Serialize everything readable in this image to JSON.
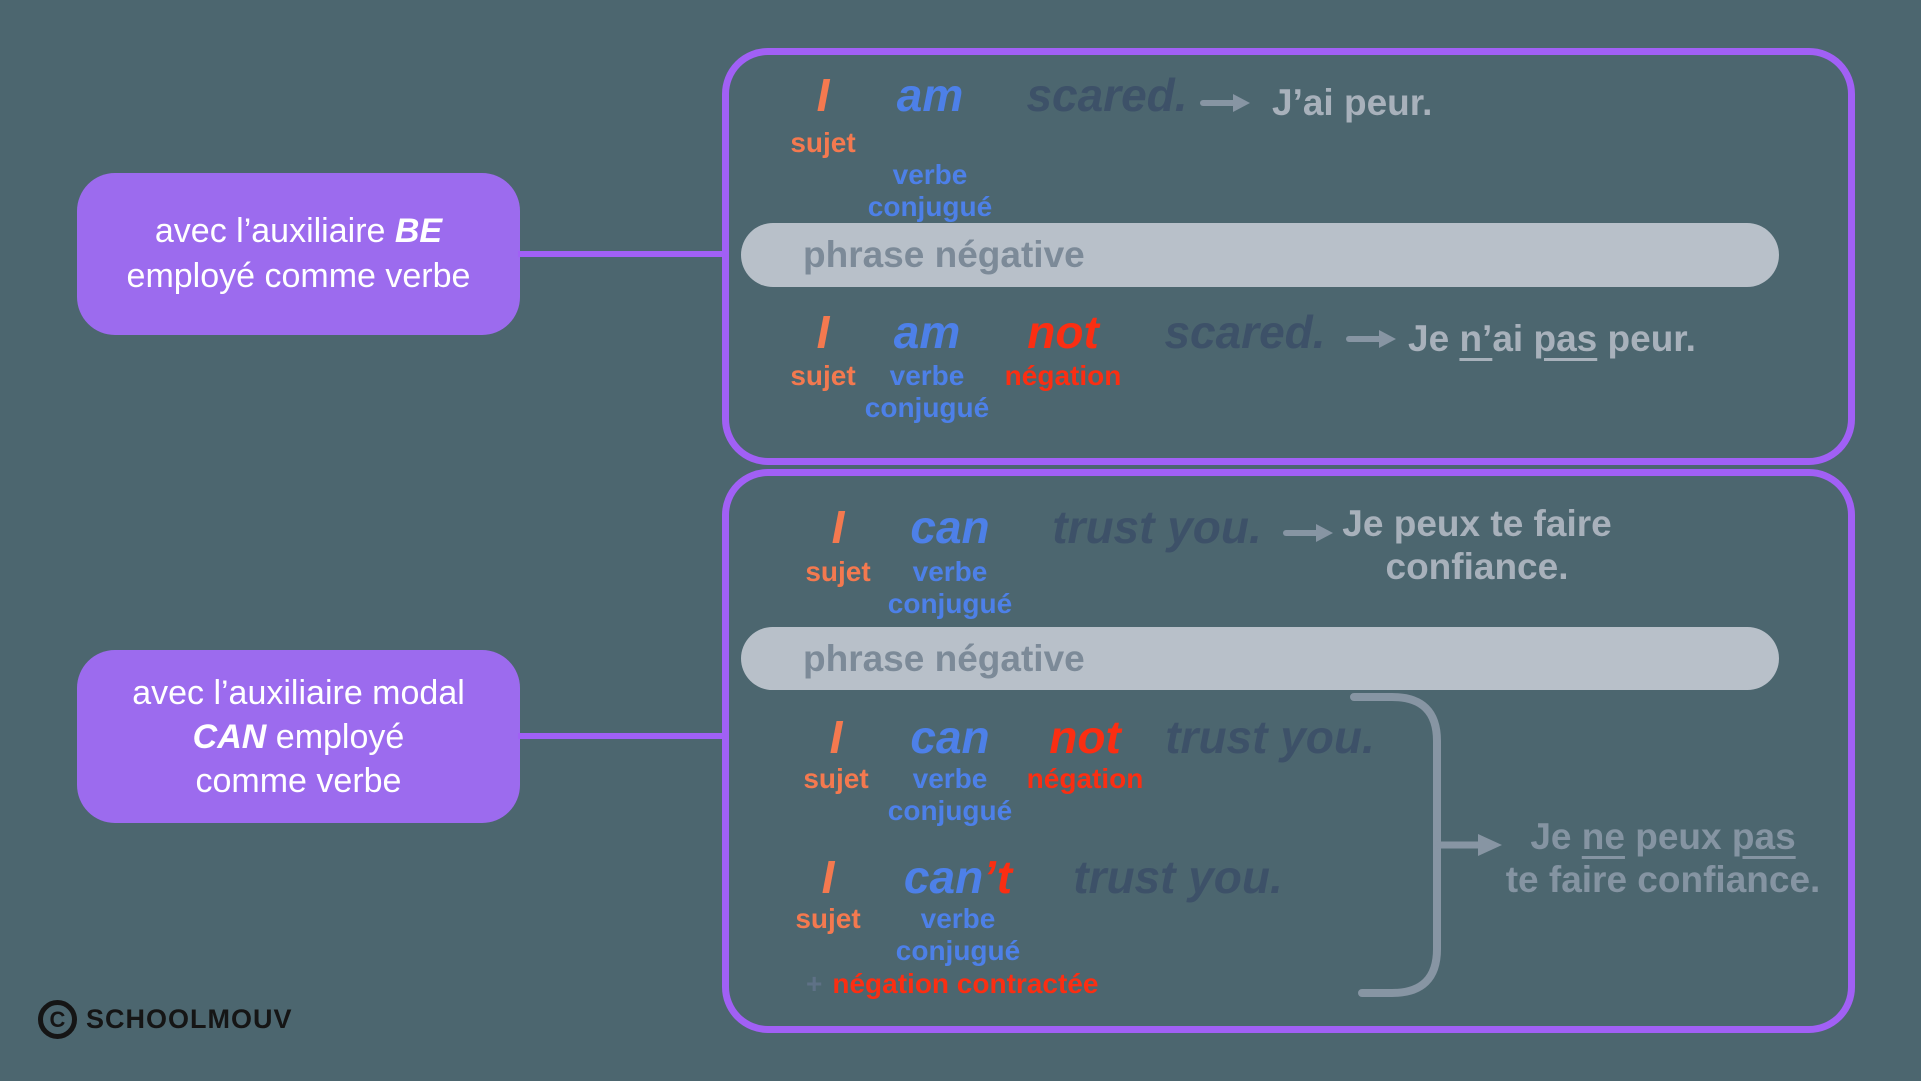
{
  "colors": {
    "bg": "#4c666f",
    "purple-fill": "#9c6bee",
    "purple-border": "#a160f5",
    "orange": "#f4794f",
    "blue": "#4d80e8",
    "red": "#fb2e12",
    "slate": "#3d5168",
    "fr-light": "#a8b1bb",
    "fr-dim": "#8594a2",
    "bar": "#b8c0c9",
    "bar-text": "#7c8a98",
    "arrow": "#8795a3",
    "plus": "#5e7186",
    "ink": "#151515",
    "white": "#ffffff"
  },
  "left_boxes": {
    "be": {
      "line1_prefix": "avec l’auxiliaire ",
      "line1_em": "BE",
      "line2": "employé comme verbe"
    },
    "can": {
      "line1": "avec l’auxiliaire modal",
      "line2_em": "CAN",
      "line2_suffix": " employé",
      "line3": "comme verbe"
    }
  },
  "labels": {
    "phrase_negative": "phrase négative",
    "sujet": "sujet",
    "verbe": "verbe",
    "conjugue": "conjugué",
    "negation": "négation",
    "plus": "+",
    "negation_contractee": "négation contractée"
  },
  "panel_be": {
    "affirmative": {
      "subject": "I",
      "verb": "am",
      "rest": "scared.",
      "translation": "J’ai peur."
    },
    "negative": {
      "subject": "I",
      "verb": "am",
      "negation": "not",
      "rest": "scared.",
      "translation": [
        {
          "text": "Je "
        },
        {
          "text": "n’"
        },
        {
          "text": "ai "
        },
        {
          "text": "pas"
        },
        {
          "text": " peur."
        }
      ]
    }
  },
  "panel_can": {
    "affirmative": {
      "subject": "I",
      "verb": "can",
      "rest": "trust you.",
      "translation_line1": "Je peux te faire",
      "translation_line2": "confiance."
    },
    "negative": {
      "subject": "I",
      "verb": "can",
      "negation": "not",
      "rest": "trust you."
    },
    "contracted": {
      "subject": "I",
      "verb": "can",
      "contraction": "’t",
      "rest": "trust you."
    },
    "translation": {
      "seg1": "Je ",
      "ne": "ne",
      "seg2": " peux ",
      "pas": "pas",
      "line2": "te faire confiance."
    }
  },
  "branding": {
    "copyright_letter": "C",
    "name": "SCHOOLMOUV"
  },
  "icons": {
    "arrow_right": "→",
    "bracket": "⟯",
    "copyright": "©"
  }
}
